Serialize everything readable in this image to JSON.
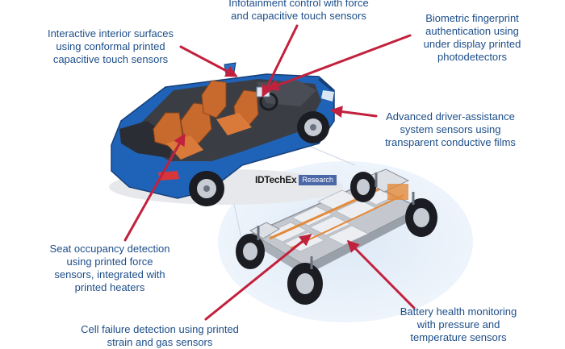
{
  "logo": {
    "brand": "IDTechEx",
    "tag": "Research"
  },
  "colors": {
    "label_text": "#1d4e89",
    "arrow": "#c2213d",
    "car_body": "#1f63b8",
    "interior": "#c8692e",
    "chassis": "#d0d3d8",
    "backdrop": "#e4eef8"
  },
  "callouts": [
    {
      "id": "infotainment",
      "lines": [
        "Infotainment control with force",
        "and capacitive touch sensors"
      ]
    },
    {
      "id": "interior-surfaces",
      "lines": [
        "Interactive interior surfaces",
        "using conformal printed",
        "capacitive touch sensors"
      ]
    },
    {
      "id": "biometric",
      "lines": [
        "Biometric fingerprint",
        "authentication using",
        "under display printed",
        "photodetectors"
      ]
    },
    {
      "id": "adas",
      "lines": [
        "Advanced driver-assistance",
        "system sensors using",
        "transparent conductive films"
      ]
    },
    {
      "id": "seat-occupancy",
      "lines": [
        "Seat occupancy detection",
        "using printed force",
        "sensors, integrated with",
        "printed heaters"
      ]
    },
    {
      "id": "cell-failure",
      "lines": [
        "Cell failure detection using printed",
        "strain and gas sensors"
      ]
    },
    {
      "id": "battery-health",
      "lines": [
        "Battery health monitoring",
        "with pressure and",
        "temperature sensors"
      ]
    }
  ]
}
